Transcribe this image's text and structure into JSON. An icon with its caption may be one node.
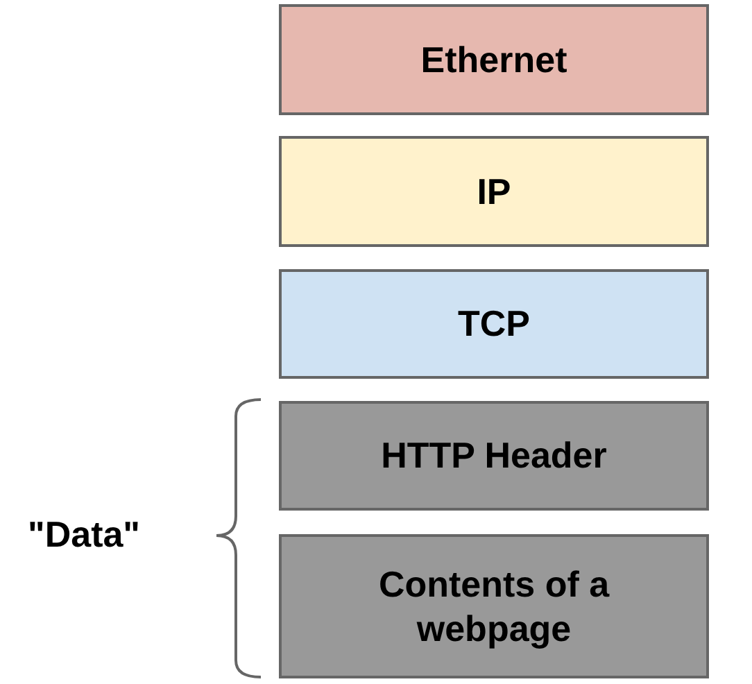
{
  "diagram": {
    "nodes": [
      {
        "text": [
          "Ethernet"
        ]
      },
      {
        "text": [
          "IP"
        ]
      },
      {
        "text": [
          "TCP"
        ]
      },
      {
        "text": [
          "HTTP Header"
        ]
      },
      {
        "text": [
          "Contents of a webpage"
        ]
      }
    ],
    "labels": [
      "\"Data\""
    ]
  }
}
